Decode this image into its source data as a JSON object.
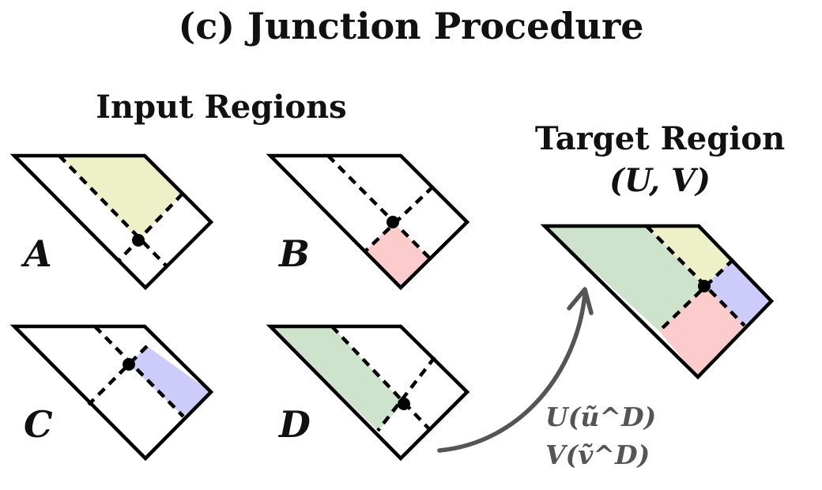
{
  "title": "(c) Junction Procedure",
  "input_heading": "Input Regions",
  "target_heading": "Target Region",
  "target_subheading": "(U, V)",
  "regions": [
    {
      "label": "A"
    },
    {
      "label": "B"
    },
    {
      "label": "C"
    },
    {
      "label": "D"
    }
  ],
  "arrow_labels": [
    "U(ũ^D)",
    "V(ṽ^D)"
  ],
  "colors": {
    "yellow": "#eef0c8",
    "pink": "#fccbcb",
    "blue": "#cccbfa",
    "green": "#cde3cc",
    "outline": "#000000",
    "arrow": "#555555"
  }
}
